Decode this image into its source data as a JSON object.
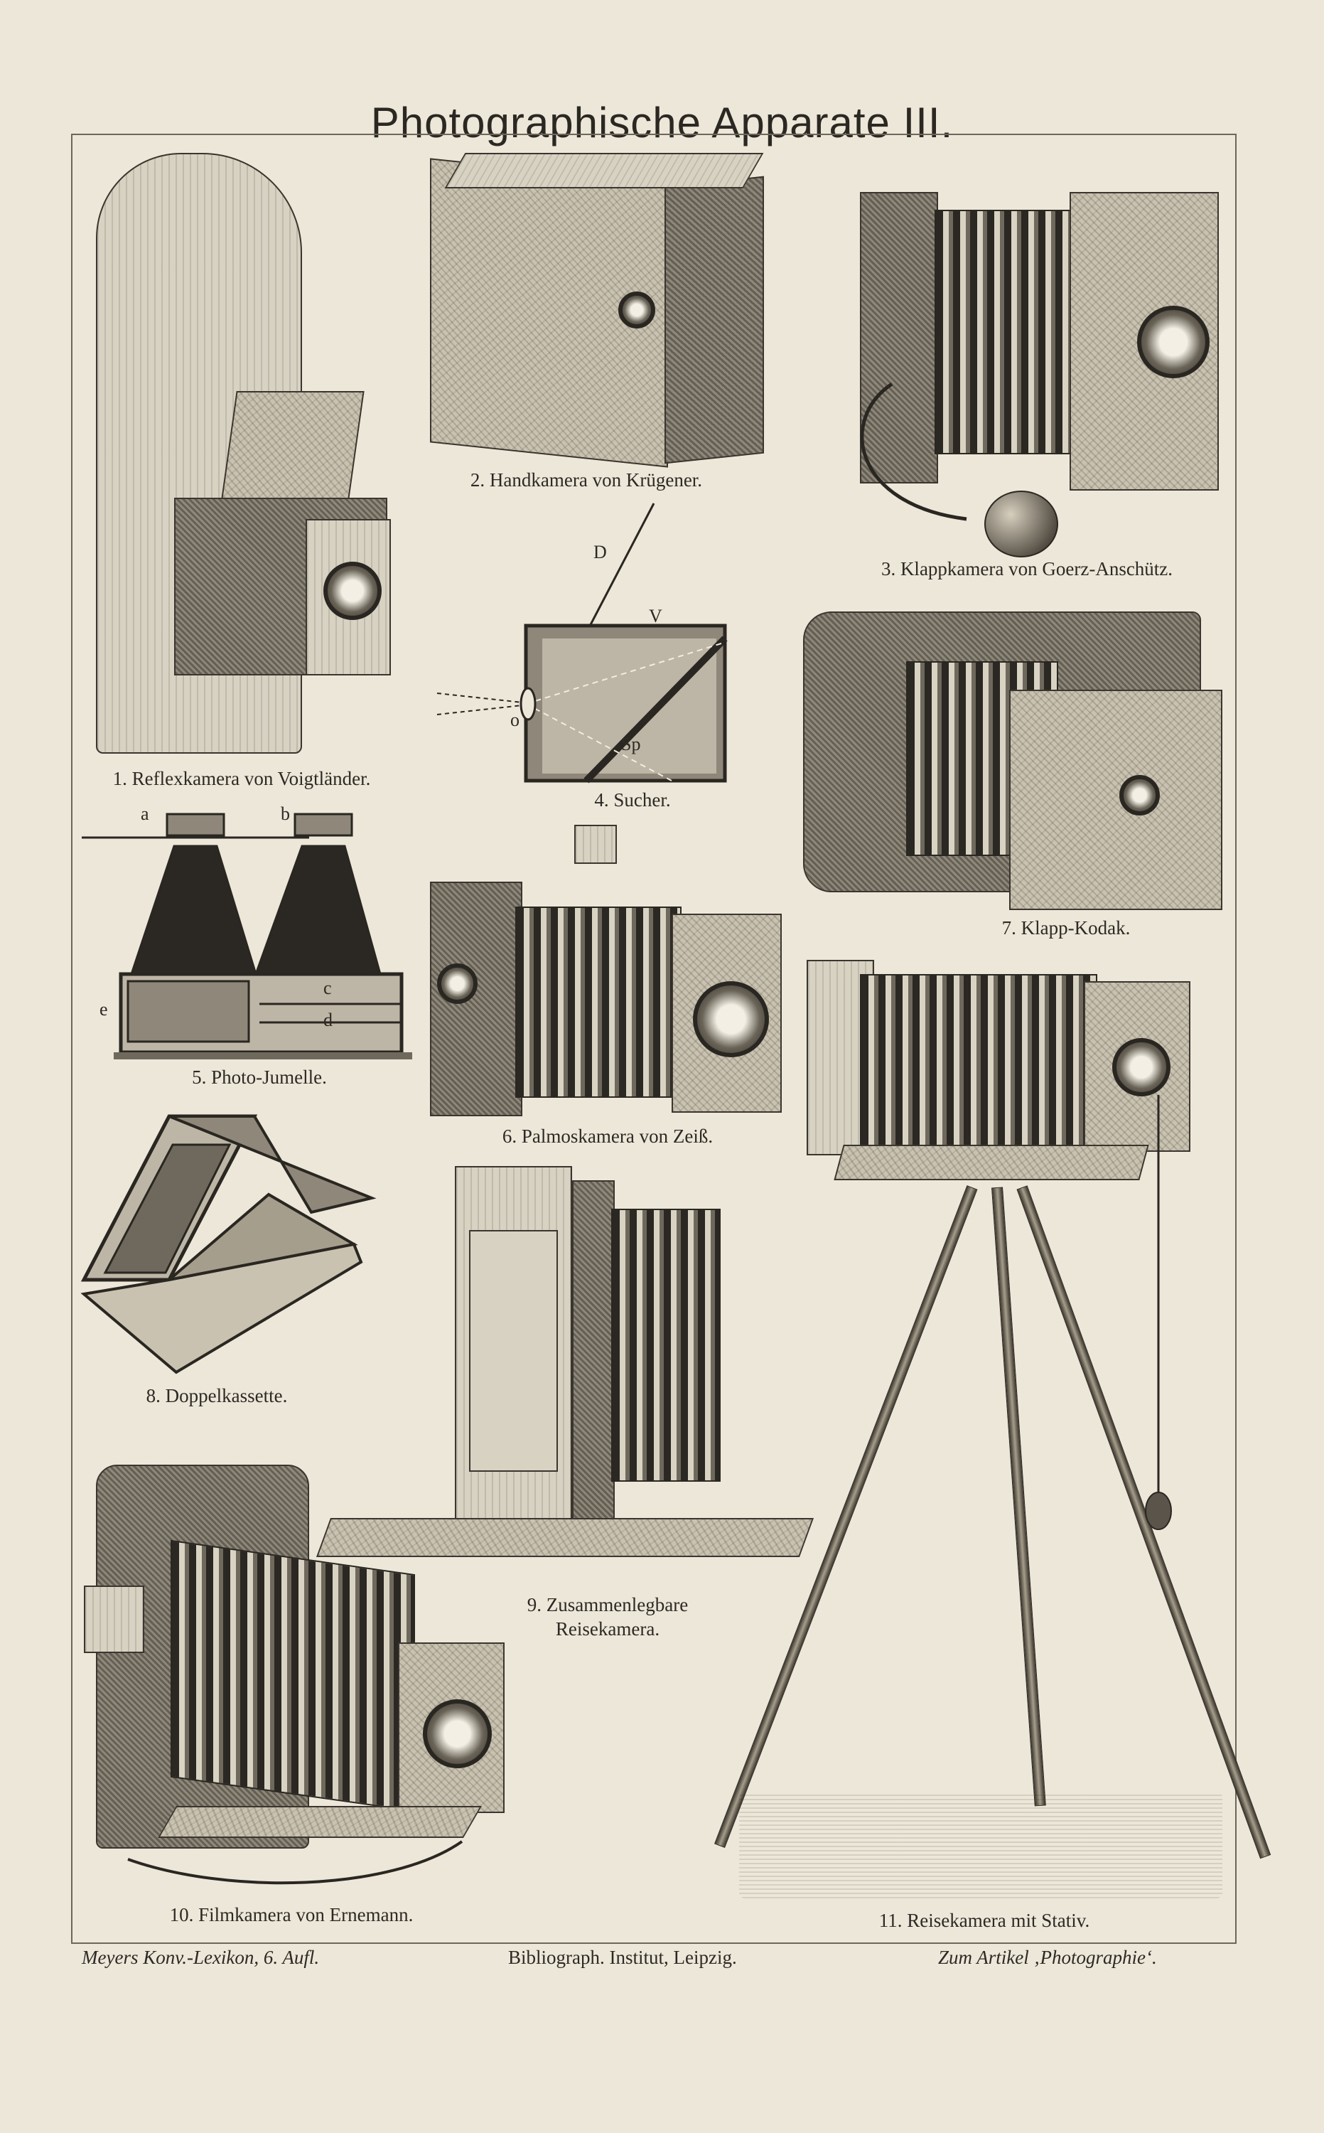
{
  "title": "Photographische Apparate III.",
  "figures": [
    {
      "number": "1.",
      "caption": "Reflexkamera von Voigtländer."
    },
    {
      "number": "2.",
      "caption": "Handkamera von Krügener."
    },
    {
      "number": "3.",
      "caption": "Klappkamera von Goerz-Anschütz."
    },
    {
      "number": "4.",
      "caption": "Sucher."
    },
    {
      "number": "5.",
      "caption": "Photo-Jumelle."
    },
    {
      "number": "6.",
      "caption": "Palmoskamera von Zeiß."
    },
    {
      "number": "7.",
      "caption": "Klapp-Kodak."
    },
    {
      "number": "8.",
      "caption": "Doppelkassette."
    },
    {
      "number": "9.",
      "caption": "Zusammenlegbare Reisekamera."
    },
    {
      "number": "10.",
      "caption": "Filmkamera von Ernemann."
    },
    {
      "number": "11.",
      "caption": "Reisekamera mit Stativ."
    }
  ],
  "sucher_labels": {
    "d": "D",
    "v": "V",
    "o": "o",
    "sp": "Sp"
  },
  "jumelle_labels": {
    "a": "a",
    "b": "b",
    "c": "c",
    "d": "d",
    "e": "e"
  },
  "footer": {
    "left": "Meyers Konv.-Lexikon, 6. Aufl.",
    "center": "Bibliograph. Institut, Leipzig.",
    "right": "Zum Artikel ‚Photographie‘."
  }
}
